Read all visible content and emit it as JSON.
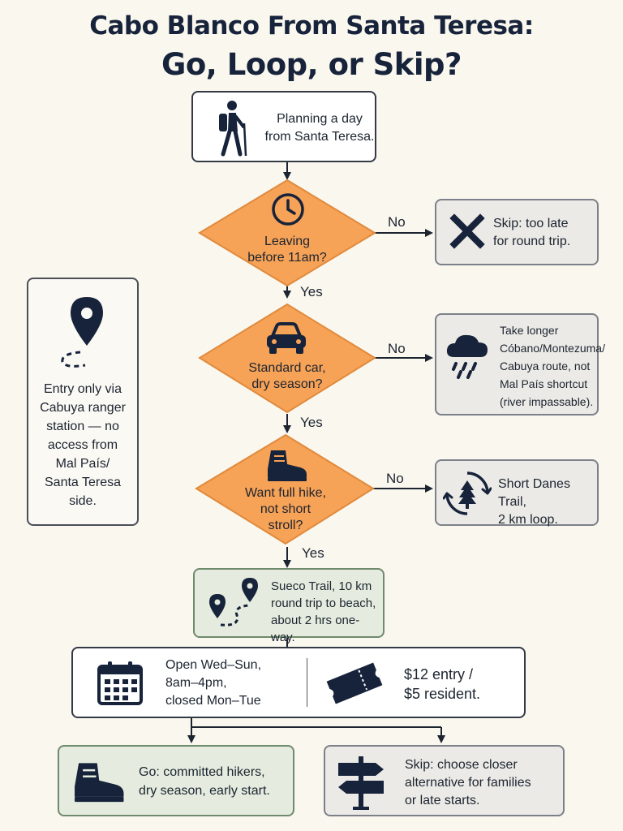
{
  "title": {
    "line1": "Cabo Blanco From Santa Teresa:",
    "line2": "Go, Loop, or Skip?"
  },
  "start": {
    "line1": "Planning a day",
    "line2": "from Santa Teresa.",
    "icon": "hiker-icon"
  },
  "decisions": [
    {
      "line1": "Leaving",
      "line2": "before 11am?",
      "icon": "clock-icon",
      "no_label": "No",
      "yes_label": "Yes"
    },
    {
      "line1": "Standard car,",
      "line2": "dry season?",
      "icon": "car-icon",
      "no_label": "No",
      "yes_label": "Yes"
    },
    {
      "line1": "Want full hike,",
      "line2": "not short",
      "line3": "stroll?",
      "icon": "boot-icon",
      "no_label": "No",
      "yes_label": "Yes"
    }
  ],
  "outcomes_no": [
    {
      "line1": "Skip: too late",
      "line2": "for round trip.",
      "icon": "x-icon"
    },
    {
      "line1": "Take longer",
      "line2": "Cóbano/Montezuma/",
      "line3": "Cabuya route, not",
      "line4": "Mal País shortcut",
      "line5": "(river impassable).",
      "icon": "rain-cloud-icon"
    },
    {
      "line1": "Short Danes Trail,",
      "line2": "2 km loop.",
      "icon": "tree-loop-icon"
    }
  ],
  "side_note": {
    "lines": [
      "Entry only via",
      "Cabuya ranger",
      "station — no",
      "access from",
      "Mal País/",
      "Santa Teresa",
      "side."
    ],
    "icon": "map-pin-icon"
  },
  "trail": {
    "line1": "Sueco Trail, 10 km",
    "line2": "round trip to beach,",
    "line3": "about 2 hrs one-way.",
    "icon": "route-pins-icon"
  },
  "info": {
    "hours_line1": "Open Wed–Sun,",
    "hours_line2": "8am–4pm,",
    "hours_line3": "closed Mon–Tue",
    "price_line1": "$12 entry /",
    "price_line2": "$5 resident.",
    "hours_icon": "calendar-icon",
    "price_icon": "ticket-icon"
  },
  "final": {
    "go": {
      "line1": "Go: committed hikers,",
      "line2": "dry season, early start.",
      "icon": "boot-icon"
    },
    "skip": {
      "line1": "Skip: choose closer",
      "line2": "alternative for families",
      "line3": "or late starts.",
      "icon": "signpost-icon"
    }
  },
  "colors": {
    "diamond_fill": "#f6a257",
    "diamond_stroke": "#e08a3c",
    "title": "#16233a",
    "green_box": "#e5ecdf",
    "grey_box": "#ebeae6"
  }
}
